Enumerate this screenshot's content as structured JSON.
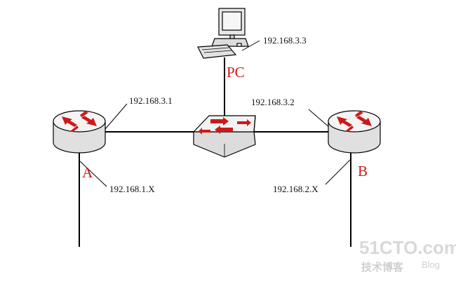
{
  "nodes": {
    "pc": {
      "name": "PC",
      "ip": "192.168.3.3"
    },
    "router_a": {
      "name": "A",
      "ip_top": "192.168.3.1",
      "ip_bottom": "192.168.1.X"
    },
    "router_b": {
      "name": "B",
      "ip_top": "192.168.3.2",
      "ip_bottom": "192.168.2.X"
    }
  },
  "watermark": {
    "site": "51CTO.com",
    "tagline": "技术博客",
    "blog": "Blog"
  },
  "colors": {
    "accent": "#cc1a1a",
    "device_body": "#e6e6e6",
    "line": "#000000"
  },
  "icons": [
    "router-icon",
    "switch-icon",
    "computer-icon"
  ]
}
